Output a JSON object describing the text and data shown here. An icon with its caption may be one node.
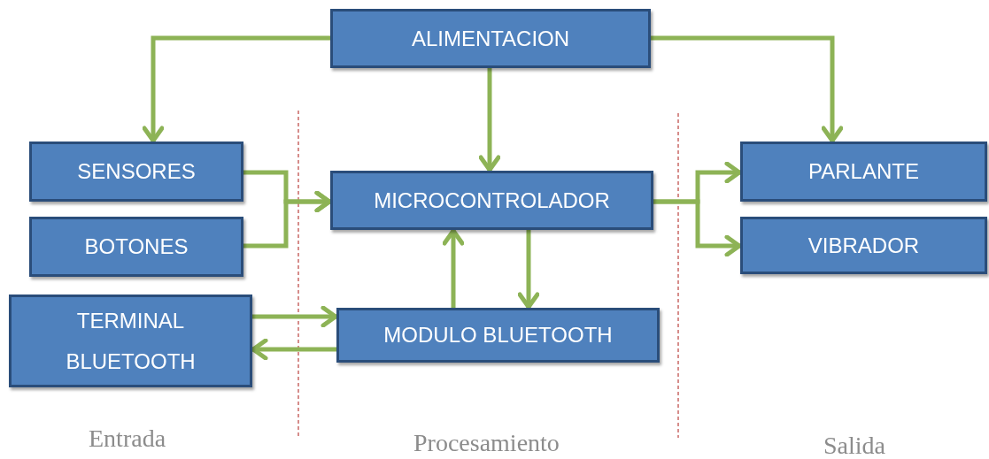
{
  "diagram": {
    "nodes": [
      {
        "text": [
          "ALIMENTACION"
        ]
      },
      {
        "text": [
          "SENSORES"
        ]
      },
      {
        "text": [
          "BOTONES"
        ]
      },
      {
        "text": [
          "TERMINAL BLUETOOTH"
        ]
      },
      {
        "text": [
          "MICROCONTROLADOR"
        ]
      },
      {
        "text": [
          "MODULO BLUETOOTH"
        ]
      },
      {
        "text": [
          "PARLANTE"
        ]
      },
      {
        "text": [
          "VIBRADOR"
        ]
      }
    ],
    "edges": [
      {
        "from": 0,
        "to": 1,
        "arrow": "to"
      },
      {
        "from": 0,
        "to": 4,
        "arrow": "to"
      },
      {
        "from": 0,
        "to": 6,
        "arrow": "to"
      },
      {
        "from": 1,
        "to": 4,
        "arrow": "to"
      },
      {
        "from": 2,
        "to": 4,
        "arrow": "to"
      },
      {
        "from": 4,
        "to": 5,
        "arrow": "to"
      },
      {
        "from": 5,
        "to": 4,
        "arrow": "to"
      },
      {
        "from": 3,
        "to": 5,
        "arrow": "to"
      },
      {
        "from": 5,
        "to": 3,
        "arrow": "to"
      },
      {
        "from": 4,
        "to": 6,
        "arrow": "to"
      },
      {
        "from": 4,
        "to": 7,
        "arrow": "to"
      }
    ],
    "labels": [
      "Entrada",
      "Procesamiento",
      "Salida"
    ]
  }
}
